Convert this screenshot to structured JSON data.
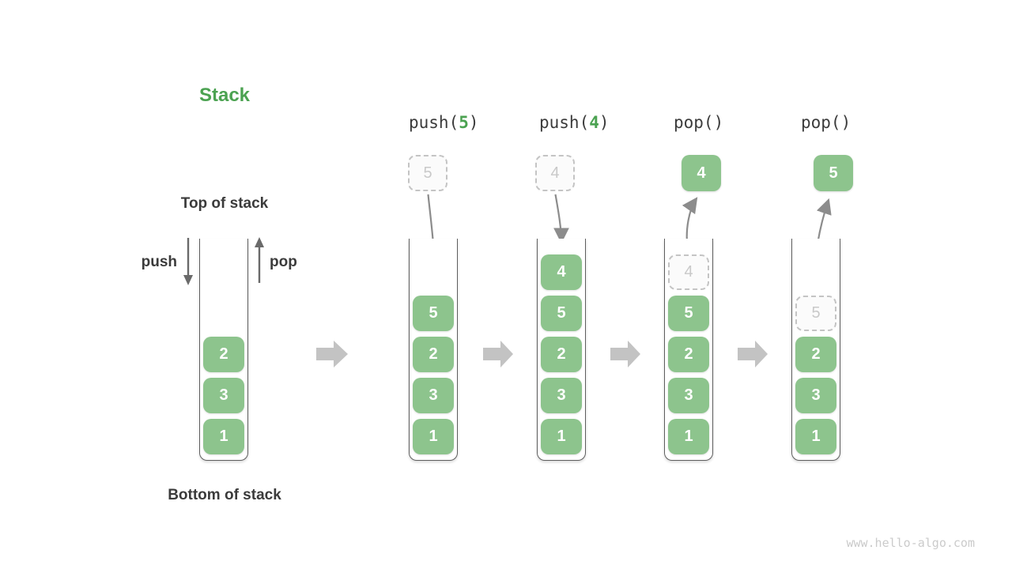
{
  "title": "Stack",
  "colors": {
    "accent_green": "#4BA251",
    "cell_green": "#8DC48D",
    "text_dark": "#3B3B3B",
    "flow_arrow_gray": "#C3C3C3"
  },
  "labels": {
    "top_of_stack": "Top of stack",
    "bottom_of_stack": "Bottom of stack",
    "push": "push",
    "pop": "pop"
  },
  "operations": {
    "push5": {
      "pre": "push(",
      "arg": "5",
      "post": ")"
    },
    "push4": {
      "pre": "push(",
      "arg": "4",
      "post": ")"
    },
    "pop1": {
      "label": "pop()"
    },
    "pop2": {
      "label": "pop()"
    }
  },
  "floating_values": {
    "push5": "5",
    "push4": "4",
    "pop1": "4",
    "pop2": "5"
  },
  "stacks": {
    "s1": {
      "cells": [
        {
          "v": "2"
        },
        {
          "v": "3"
        },
        {
          "v": "1"
        }
      ]
    },
    "s2": {
      "cells": [
        {
          "v": "5"
        },
        {
          "v": "2"
        },
        {
          "v": "3"
        },
        {
          "v": "1"
        }
      ]
    },
    "s3": {
      "cells": [
        {
          "v": "4"
        },
        {
          "v": "5"
        },
        {
          "v": "2"
        },
        {
          "v": "3"
        },
        {
          "v": "1"
        }
      ]
    },
    "s4": {
      "cells": [
        {
          "v": "4",
          "ghost": true
        },
        {
          "v": "5"
        },
        {
          "v": "2"
        },
        {
          "v": "3"
        },
        {
          "v": "1"
        }
      ]
    },
    "s5": {
      "cells": [
        {
          "v": "5",
          "ghost": true
        },
        {
          "v": "2"
        },
        {
          "v": "3"
        },
        {
          "v": "1"
        }
      ]
    }
  },
  "watermark": "www.hello-algo.com"
}
